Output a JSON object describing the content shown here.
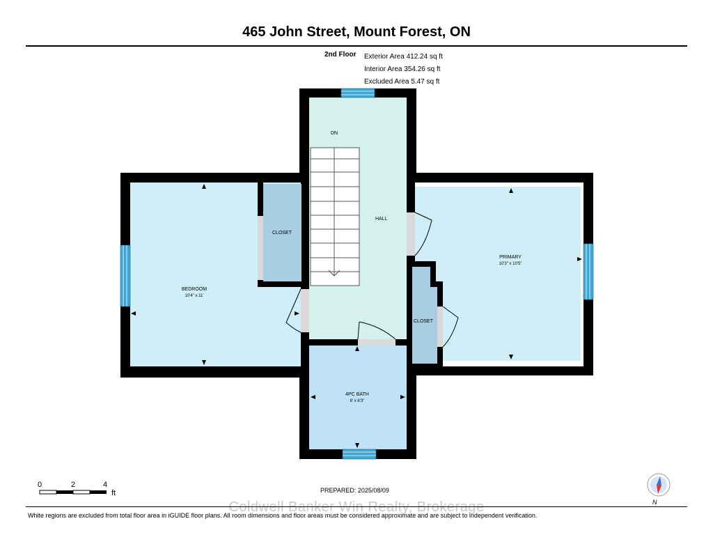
{
  "header": {
    "title": "465 John Street, Mount Forest, ON"
  },
  "floor": {
    "name": "2nd Floor",
    "exterior_area": "Exterior Area 412.24 sq ft",
    "interior_area": "Interior Area 354.26 sq ft",
    "excluded_area": "Excluded Area 5.47 sq ft"
  },
  "rooms": {
    "bedroom_name": "BEDROOM",
    "bedroom_dims": "10'4\" x 11'",
    "closet_left_name": "CLOSET",
    "hall_name": "HALL",
    "stairs_label": "DN",
    "primary_name": "PRIMARY",
    "primary_dims": "10'3\" x 10'5\"",
    "closet_right_name": "CLOSET",
    "bath_name": "4PC BATH",
    "bath_dims": "6' x 6'3\""
  },
  "colors": {
    "wall": "#000000",
    "bedroom_fill": "#cfeef8",
    "hall_fill": "#d4f1ee",
    "closet_fill": "#a9cde3",
    "bath_fill": "#bfe2f7",
    "window": "#3ea6d2",
    "door_gap": "#d9d9d9",
    "compass_red": "#e03030",
    "compass_blue": "#2f6fd6"
  },
  "scale_bar": {
    "tick_0": "0",
    "tick_2": "2",
    "tick_4": "4",
    "unit": "ft"
  },
  "footer": {
    "prepared": "PREPARED: 2025/08/09",
    "watermark": "Coldwell Banker Win Realty, Brokerage",
    "disclaimer": "White regions are excluded from total floor area in iGUIDE floor plans. All room dimensions and floor areas must be considered approximate and are subject to independent verification."
  },
  "compass": {
    "label": "N",
    "icon": "compass-icon"
  }
}
